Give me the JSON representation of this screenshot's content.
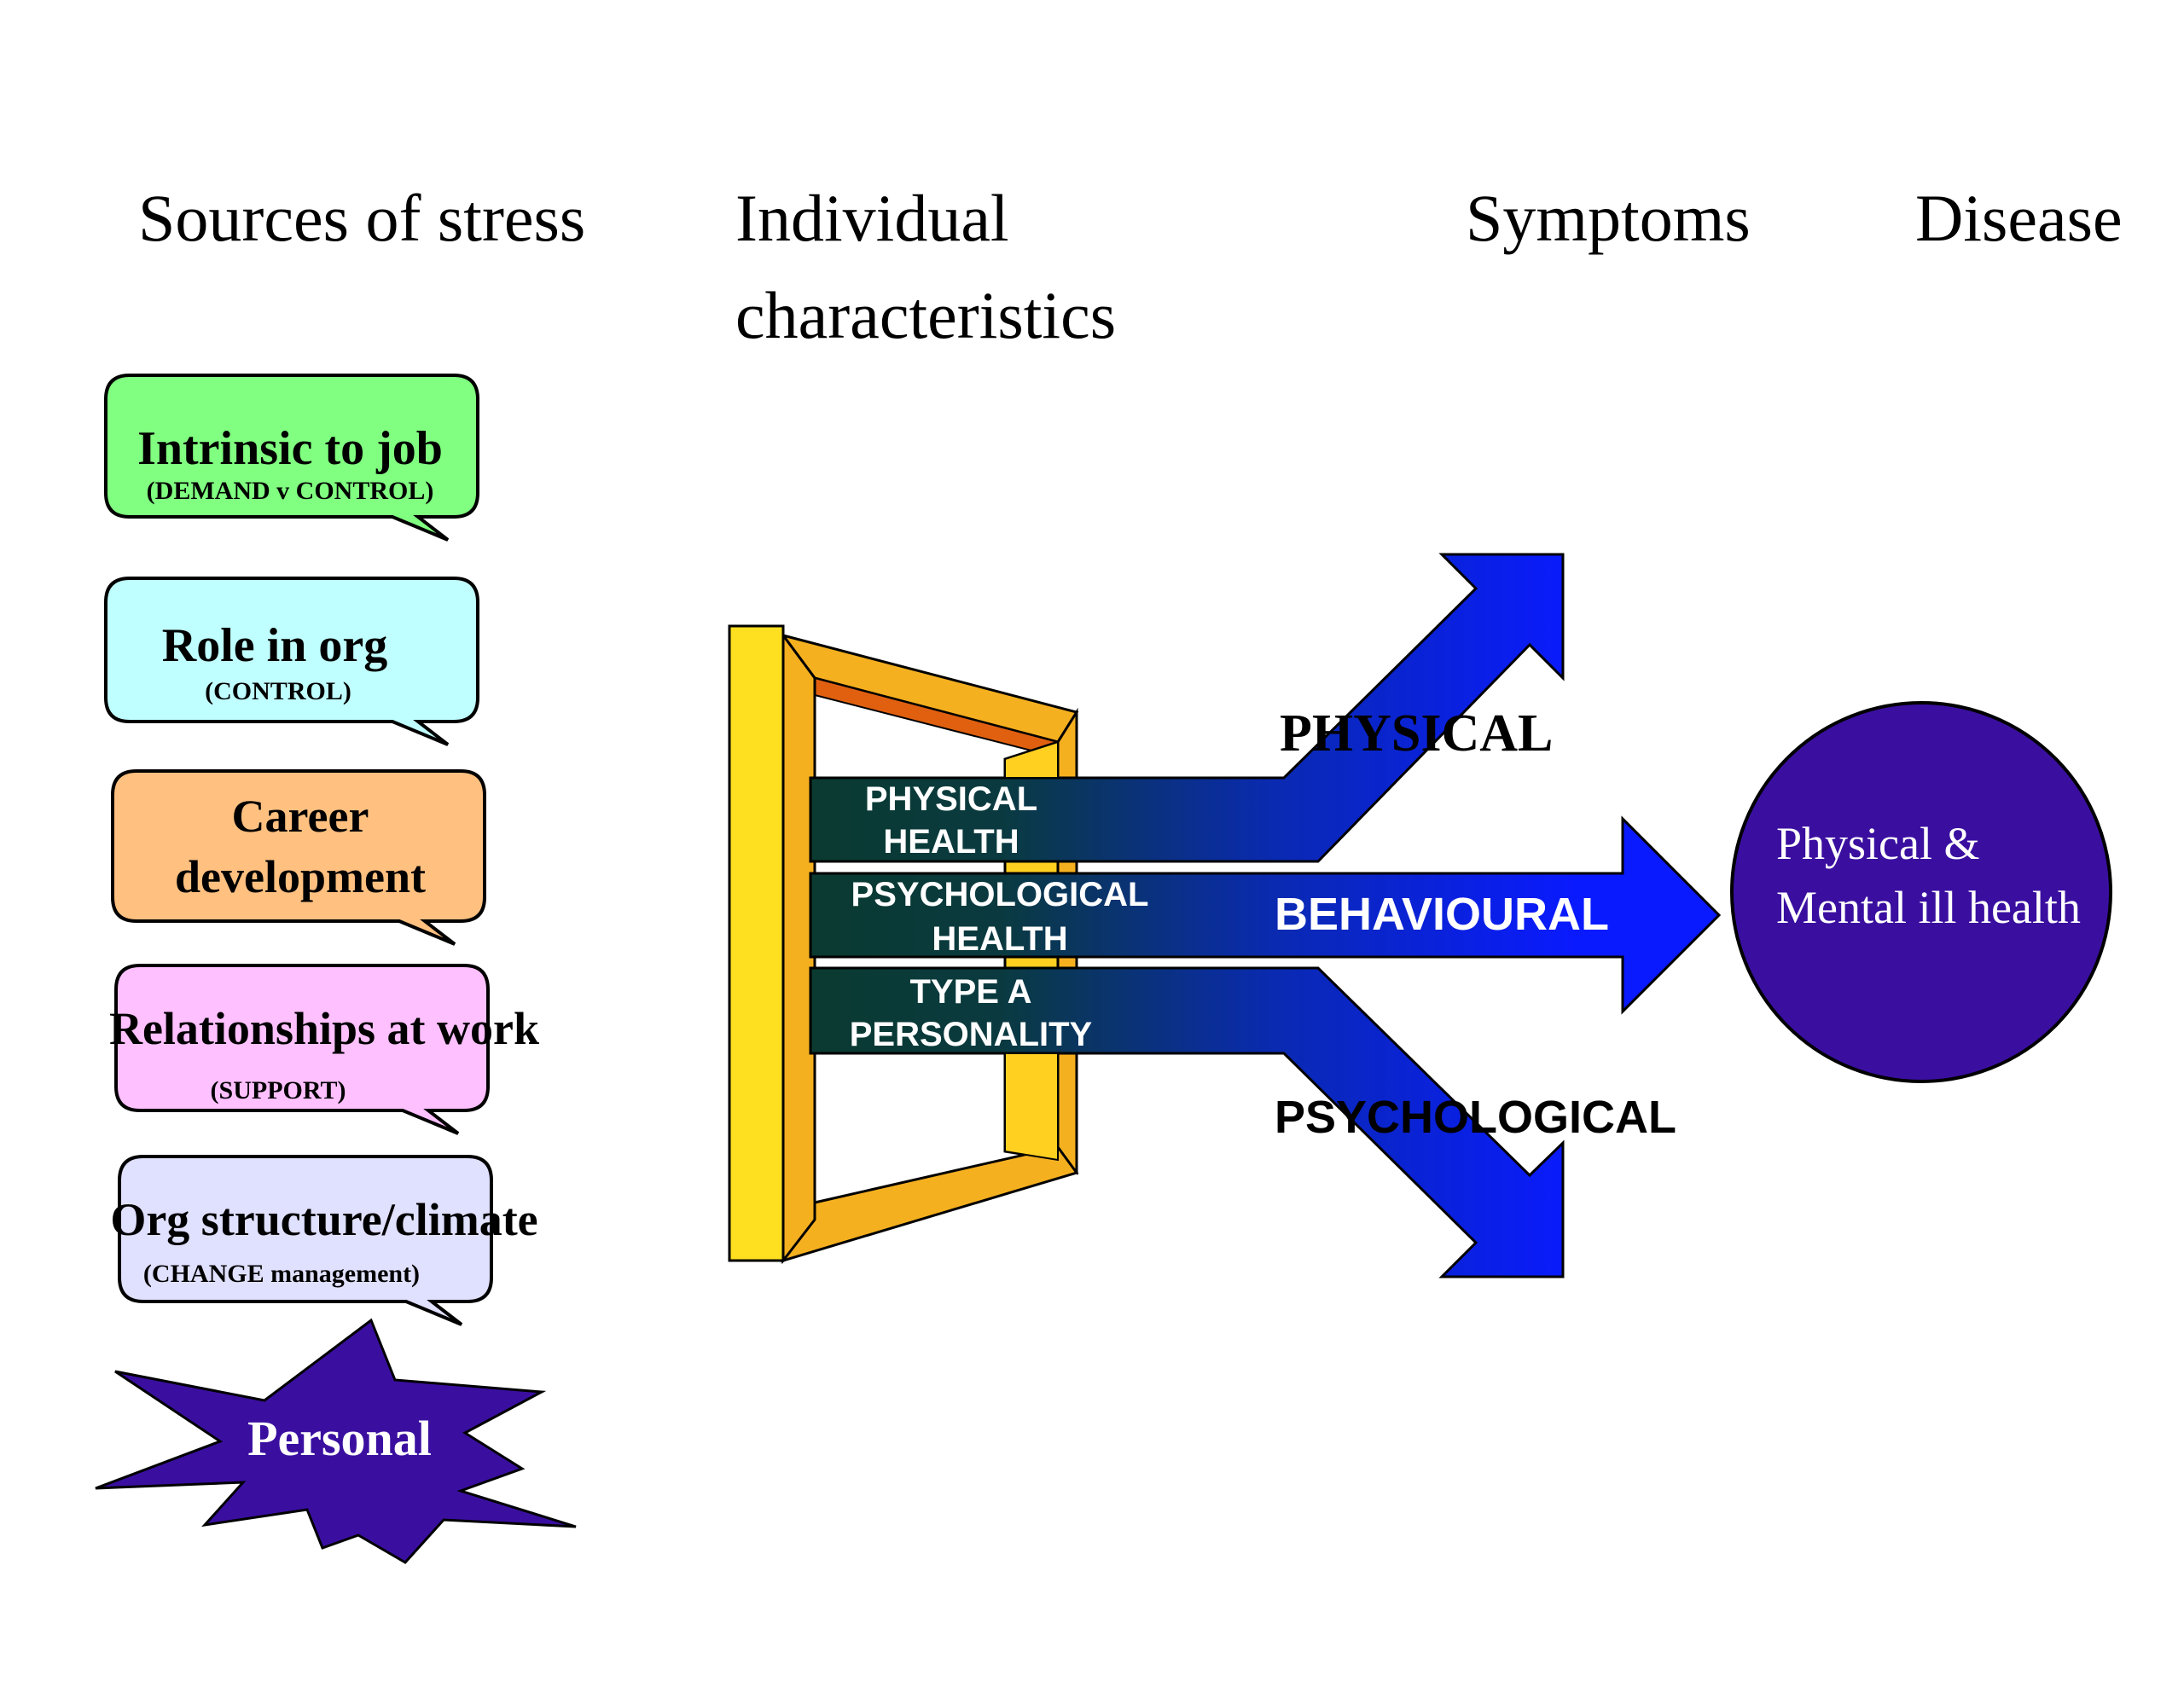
{
  "headers": {
    "sources": "Sources of stress",
    "individual_line1": "Individual",
    "individual_line2": "characteristics",
    "symptoms": "Symptoms",
    "disease": "Disease"
  },
  "sources": [
    {
      "title": "Intrinsic to job",
      "subtitle": "(DEMAND v CONTROL)",
      "fill": "#80FF80"
    },
    {
      "title": "Role in org",
      "subtitle": "(CONTROL)",
      "fill": "#C0FFFF"
    },
    {
      "title_line1": "Career",
      "title_line2": "development",
      "fill": "#FFC080"
    },
    {
      "title": "Relationships at work",
      "subtitle": "(SUPPORT)",
      "fill": "#FFC0FF"
    },
    {
      "title": "Org structure/climate",
      "subtitle": "(CHANGE management)",
      "fill": "#E0E0FF"
    }
  ],
  "personal": {
    "label": "Personal",
    "fill": "#3A0FA0"
  },
  "individual_factors": [
    {
      "line1": "PHYSICAL",
      "line2": "HEALTH"
    },
    {
      "line1": "PSYCHOLOGICAL",
      "line2": "HEALTH"
    },
    {
      "line1": "TYPE A",
      "line2": "PERSONALITY"
    }
  ],
  "symptoms": {
    "physical": "PHYSICAL",
    "behavioural": "BEHAVIOURAL",
    "psychological": "PSYCHOLOGICAL"
  },
  "disease": {
    "line1": "Physical &",
    "line2": "Mental ill health",
    "fill": "#3A0FA0"
  },
  "colors": {
    "arrow_blue": "#0A1AFF",
    "arrow_dark": "#0A3030",
    "frame_yellow": "#FFD020",
    "frame_orange": "#F0A010"
  }
}
